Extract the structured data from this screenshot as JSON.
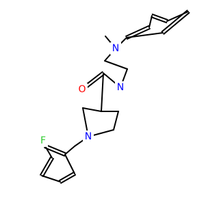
{
  "molecule": {
    "colors": {
      "bond": "#000000",
      "N": "#0000ff",
      "O": "#ff0000",
      "F": "#33cc33"
    },
    "atoms": [
      {
        "id": "O1",
        "label": "O",
        "element": "O"
      },
      {
        "id": "N1",
        "label": "N",
        "element": "N"
      },
      {
        "id": "N2",
        "label": "N",
        "element": "N"
      },
      {
        "id": "N3",
        "label": "N",
        "element": "N"
      },
      {
        "id": "F1",
        "label": "F",
        "element": "F"
      }
    ]
  }
}
